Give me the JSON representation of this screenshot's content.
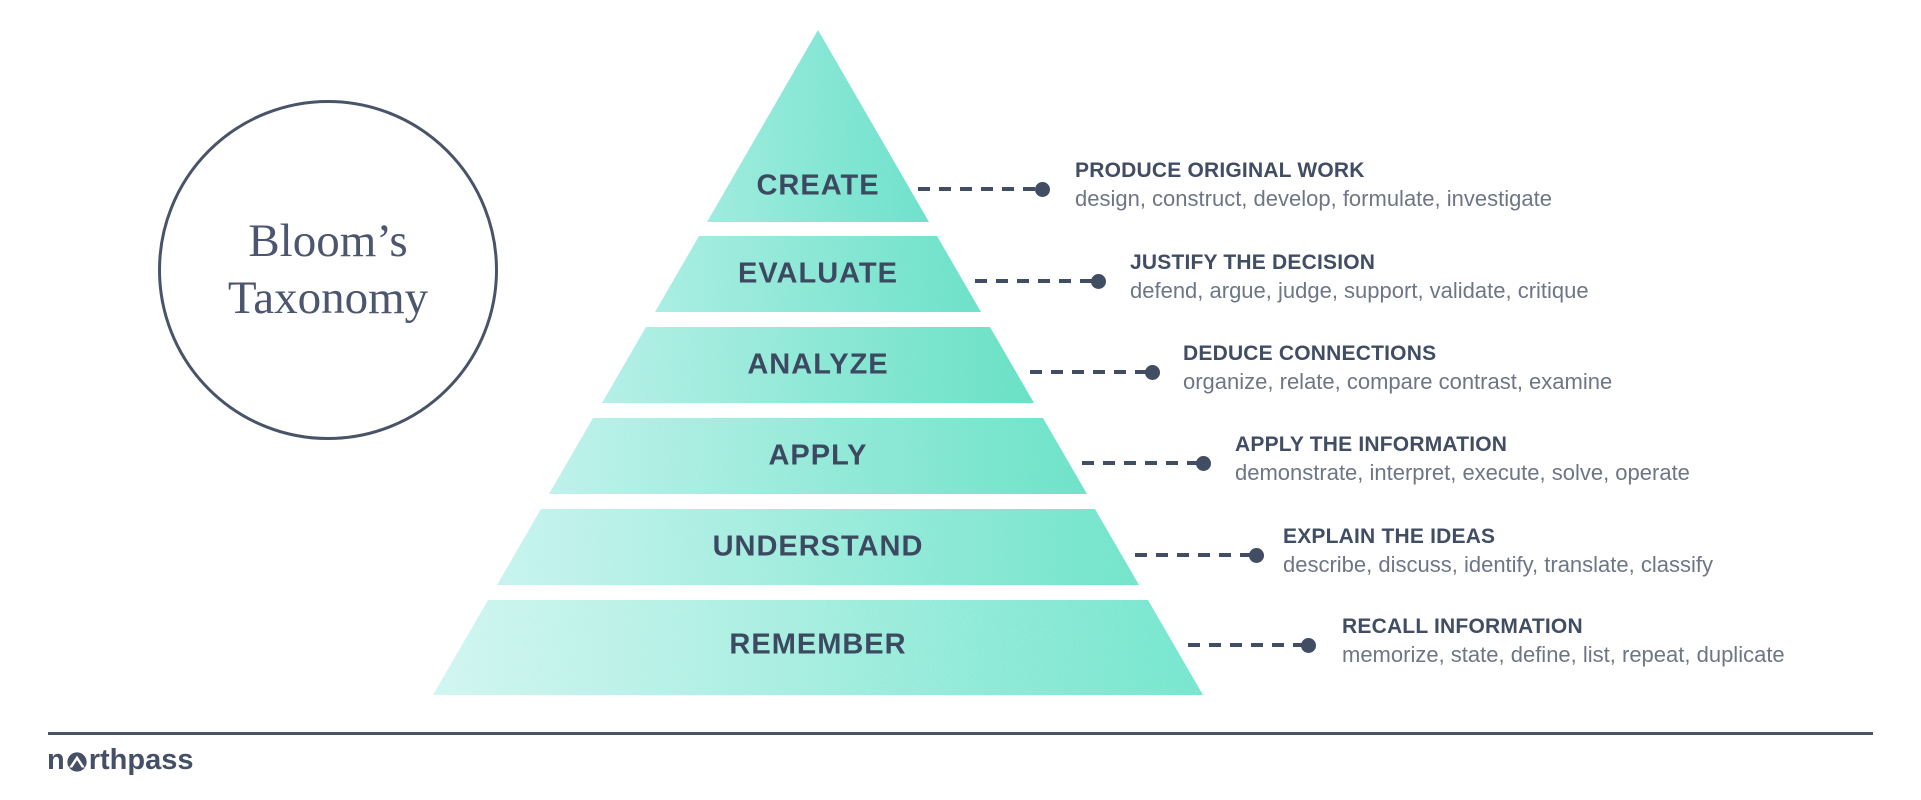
{
  "title": {
    "line1": "Bloom’s",
    "line2": "Taxonomy"
  },
  "levels": [
    {
      "name": "CREATE",
      "heading": "PRODUCE ORIGINAL WORK",
      "verbs": "design, construct, develop, formulate, investigate"
    },
    {
      "name": "EVALUATE",
      "heading": "JUSTIFY THE DECISION",
      "verbs": "defend, argue, judge, support, validate, critique"
    },
    {
      "name": "ANALYZE",
      "heading": "DEDUCE CONNECTIONS",
      "verbs": "organize, relate, compare contrast, examine"
    },
    {
      "name": "APPLY",
      "heading": "APPLY THE INFORMATION",
      "verbs": "demonstrate, interpret, execute, solve, operate"
    },
    {
      "name": "UNDERSTAND",
      "heading": "EXPLAIN THE IDEAS",
      "verbs": "describe, discuss, identify, translate, classify"
    },
    {
      "name": "REMEMBER",
      "heading": "RECALL INFORMATION",
      "verbs": "memorize, state, define, list, repeat, duplicate"
    }
  ],
  "footer": {
    "logo_text": "northpass",
    "logo_prefix": "n",
    "logo_suffix": "rthpass"
  },
  "colors": {
    "ink": "#414d63",
    "verbs_gray": "#6e7686",
    "tier_label": "#3d4961",
    "circle_stroke": "#4a5469",
    "pyramid_light": "#d6f6f3",
    "pyramid_dark": "#6be0c4",
    "speckle": "#22cfa0"
  }
}
